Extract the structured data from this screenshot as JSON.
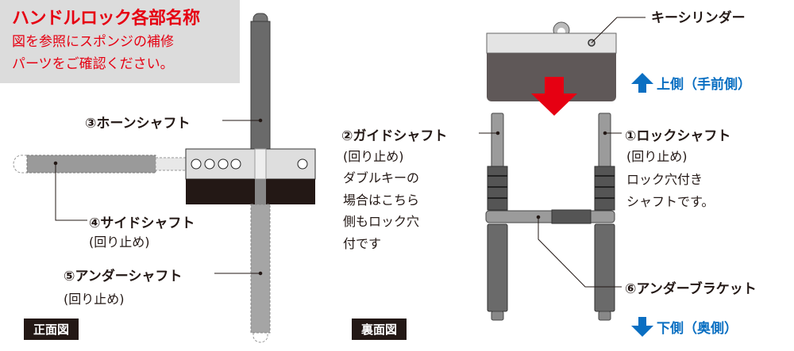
{
  "header": {
    "title": "ハンドルロック各部名称",
    "subtitle_lines": [
      "図を参照にスポンジの補修",
      "パーツをご確認ください。"
    ]
  },
  "front_view": {
    "tag": "正面図",
    "horn_shaft": "③ホーンシャフト",
    "side_shaft": "④サイドシャフト",
    "side_shaft_note": "(回り止め)",
    "under_shaft": "⑤アンダーシャフト",
    "under_shaft_note": "(回り止め)"
  },
  "back_view": {
    "tag": "裏面図",
    "key_cylinder": "キーシリンダー",
    "upper_side": "上側（手前側）",
    "lower_side": "下側（奥側）",
    "guide_shaft": "②ガイドシャフト",
    "guide_shaft_notes": [
      "(回り止め)",
      "ダブルキーの",
      "場合はこちら",
      "側もロック穴",
      "付です"
    ],
    "lock_shaft": "①ロックシャフト",
    "lock_shaft_notes": [
      "(回り止め)",
      "ロック穴付き",
      "シャフトです。"
    ],
    "under_bracket": "⑥アンダーブラケット"
  },
  "colors": {
    "red": "#e60012",
    "blue": "#0a6fc2",
    "dark": "#231815"
  }
}
